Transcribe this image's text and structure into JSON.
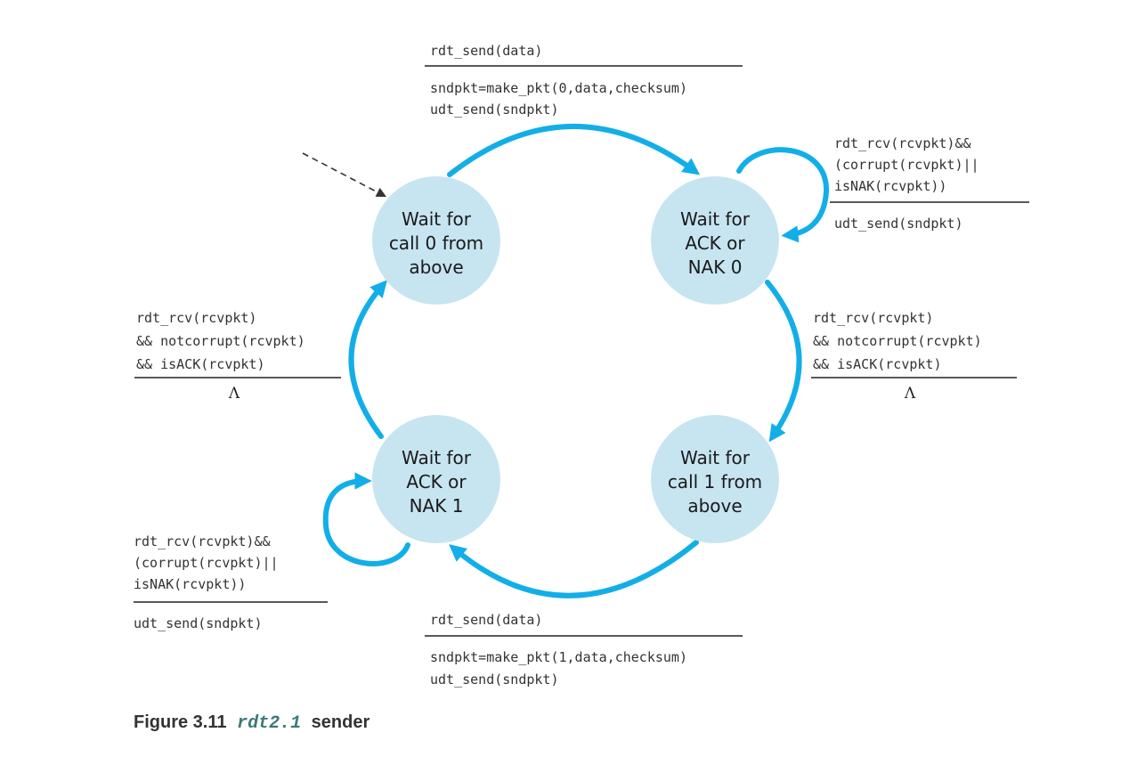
{
  "states": {
    "s0": {
      "line1": "Wait for",
      "line2": "call 0 from",
      "line3": "above"
    },
    "s1": {
      "line1": "Wait for",
      "line2": "ACK or",
      "line3": "NAK 0"
    },
    "s2": {
      "line1": "Wait for",
      "line2": "call 1 from",
      "line3": "above"
    },
    "s3": {
      "line1": "Wait for",
      "line2": "ACK or",
      "line3": "NAK 1"
    }
  },
  "transitions": {
    "top": {
      "event": "rdt_send(data)",
      "action1": "sndpkt=make_pkt(0,data,checksum)",
      "action2": "udt_send(sndpkt)"
    },
    "self_right": {
      "event1": "rdt_rcv(rcvpkt)&&",
      "event2": "(corrupt(rcvpkt)||",
      "event3": "isNAK(rcvpkt))",
      "action": "udt_send(sndpkt)"
    },
    "right": {
      "event1": "rdt_rcv(rcvpkt)",
      "event2": "&& notcorrupt(rcvpkt)",
      "event3": "&& isACK(rcvpkt)",
      "action": "Λ"
    },
    "left": {
      "event1": "rdt_rcv(rcvpkt)",
      "event2": "&& notcorrupt(rcvpkt)",
      "event3": "&& isACK(rcvpkt)",
      "action": "Λ"
    },
    "self_left": {
      "event1": "rdt_rcv(rcvpkt)&&",
      "event2": "(corrupt(rcvpkt)||",
      "event3": "isNAK(rcvpkt))",
      "action": "udt_send(sndpkt)"
    },
    "bottom": {
      "event": "rdt_send(data)",
      "action1": "sndpkt=make_pkt(1,data,checksum)",
      "action2": "udt_send(sndpkt)"
    }
  },
  "caption": {
    "label": "Figure 3.11",
    "code": "rdt2.1",
    "suffix": "sender"
  },
  "colors": {
    "state_fill": "#c7e4f1",
    "arrow": "#12aee8"
  }
}
